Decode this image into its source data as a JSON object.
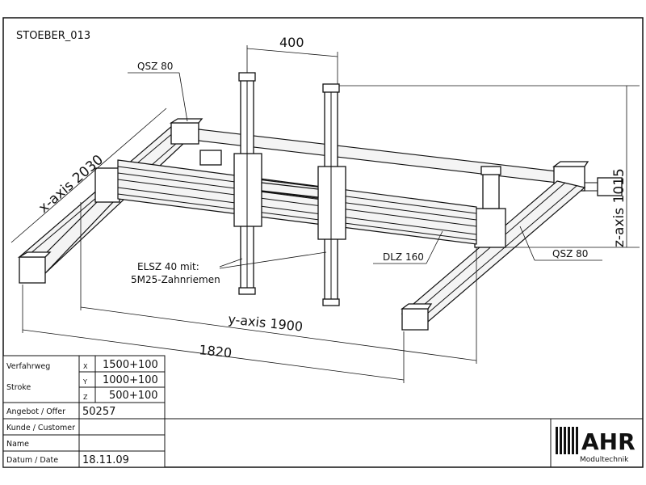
{
  "drawing": {
    "id": "STOEBER_013",
    "labels": {
      "qsz_top": "QSZ 80",
      "qsz_right": "QSZ 80",
      "dlz": "DLZ 160",
      "elsz_line1": "ELSZ 40 mit:",
      "elsz_line2": "5M25-Zahnriemen"
    },
    "dimensions": {
      "z_spacing": "400",
      "x_axis": "x-axis 2030",
      "y_axis": "y-axis  1900",
      "width": "1820",
      "z_axis": "z-axis 1015"
    }
  },
  "table": {
    "travel_label": "Verfahrweg",
    "stroke_label": "Stroke",
    "axes": [
      {
        "axis": "X",
        "value": "1500+100"
      },
      {
        "axis": "Y",
        "value": "1000+100"
      },
      {
        "axis": "Z",
        "value": "500+100"
      }
    ],
    "offer_label": "Angebot / Offer",
    "offer_value": "50257",
    "customer_label": "Kunde / Customer",
    "customer_value": "",
    "name_label": "Name",
    "name_value": "",
    "date_label": "Datum / Date",
    "date_value": "18.11.09"
  },
  "logo": {
    "brand": "AHR",
    "subtitle": "Modultechnik"
  }
}
